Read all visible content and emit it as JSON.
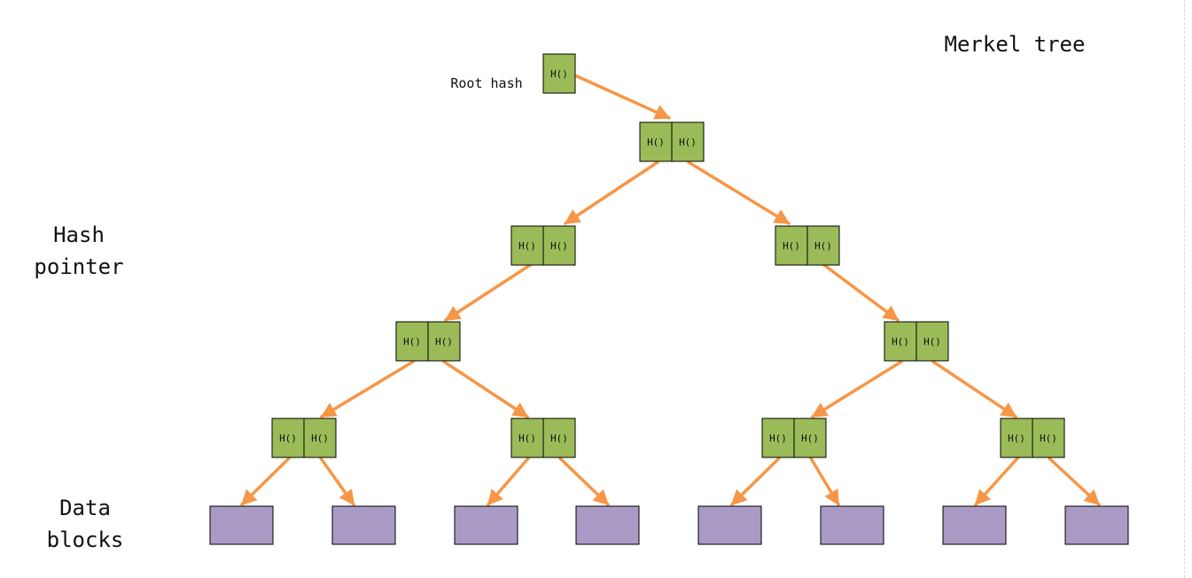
{
  "labels": {
    "title": "Merkel tree",
    "root_hash": "Root hash",
    "hash_pointer": [
      "Hash",
      "pointer"
    ],
    "data_blocks": [
      "Data",
      "blocks"
    ]
  },
  "cell_text": "H()",
  "colors": {
    "hash_fill": "#9bbb59",
    "data_fill": "#a99bc5",
    "arrow": "#f79646",
    "border": "#000000"
  }
}
